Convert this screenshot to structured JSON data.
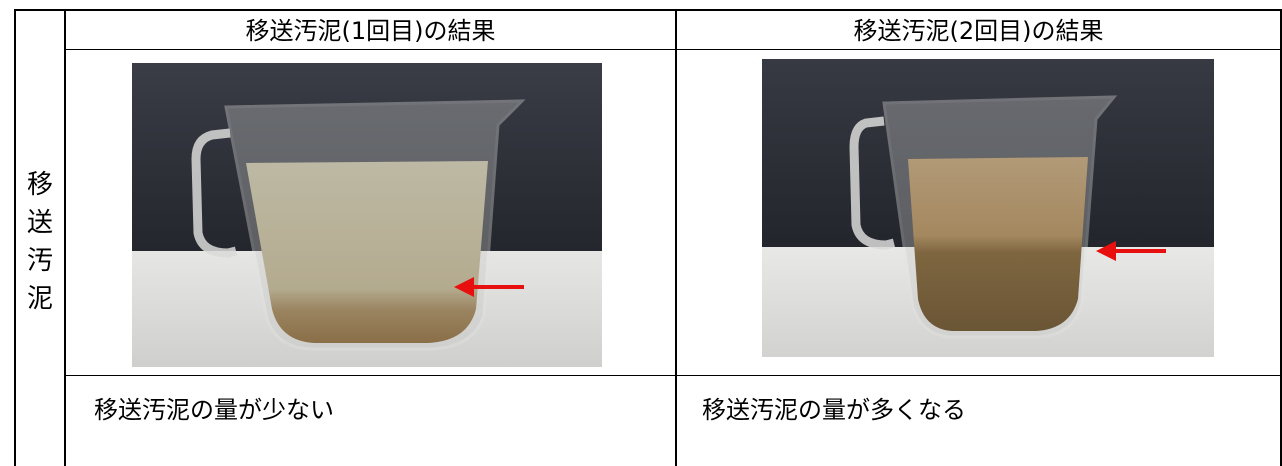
{
  "table": {
    "row_header": [
      "移",
      "送",
      "汚",
      "泥"
    ],
    "columns": [
      {
        "heading": "移送汚泥(1回目)の結果",
        "photo_icon": "measuring-jug-photo",
        "caption": "移送汚泥の量が少ない"
      },
      {
        "heading": "移送汚泥(2回目)の結果",
        "photo_icon": "measuring-jug-photo",
        "caption": "移送汚泥の量が多くなる"
      }
    ]
  },
  "colors": {
    "border": "#000000",
    "arrow": "#e8100f",
    "backdrop": "#2a2c33",
    "table_surface": "#dcdcdc"
  }
}
